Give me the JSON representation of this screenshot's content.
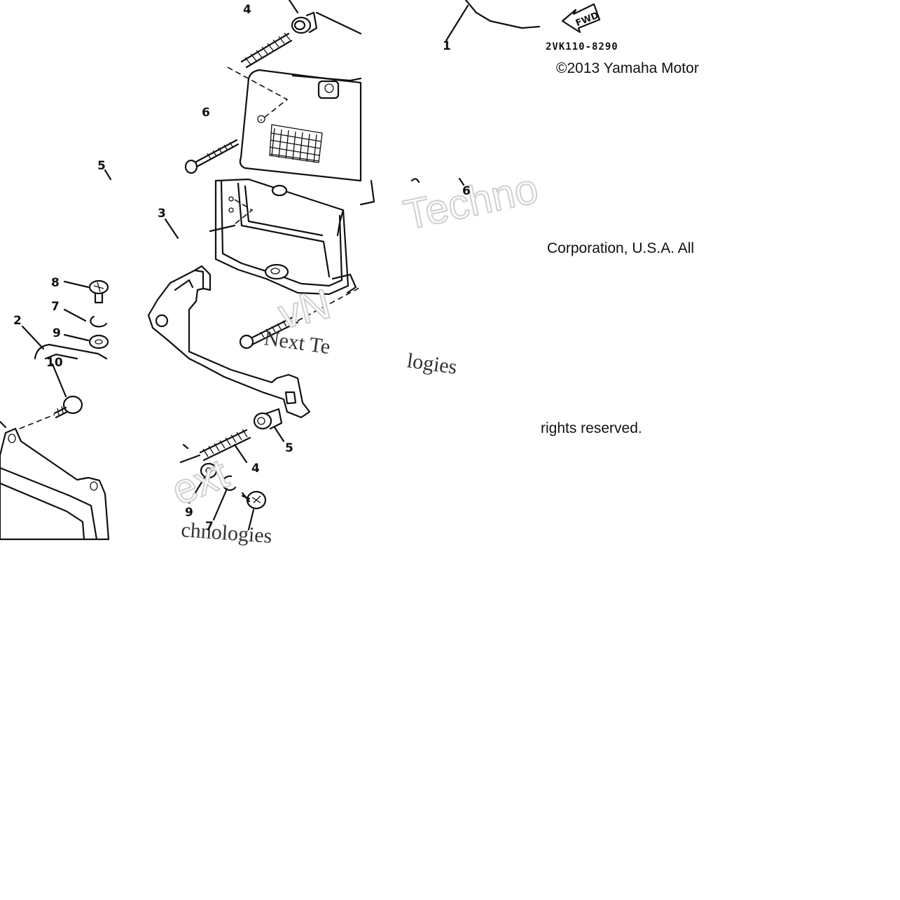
{
  "diagram": {
    "part_number_code": "2VK110-8290",
    "fwd_label": "FWD",
    "copyright_lines": [
      "©2013 Yamaha Motor",
      "Corporation, U.S.A. All",
      "rights reserved."
    ],
    "watermarks": {
      "techno_fragment": "Techno",
      "next_te_fragment": "Next Te",
      "logies_fragment": "logies",
      "ext_fragment": "ext",
      "chnologies_fragment": "chnologies",
      "vn_fragment": "vN"
    },
    "callouts": [
      {
        "label": "4"
      },
      {
        "label": "1"
      },
      {
        "label": "6"
      },
      {
        "label": "5"
      },
      {
        "label": "3"
      },
      {
        "label": "6"
      },
      {
        "label": "8"
      },
      {
        "label": "7"
      },
      {
        "label": "2"
      },
      {
        "label": "9"
      },
      {
        "label": "10"
      },
      {
        "label": "5"
      },
      {
        "label": "4"
      },
      {
        "label": "9"
      },
      {
        "label": "7"
      }
    ]
  }
}
